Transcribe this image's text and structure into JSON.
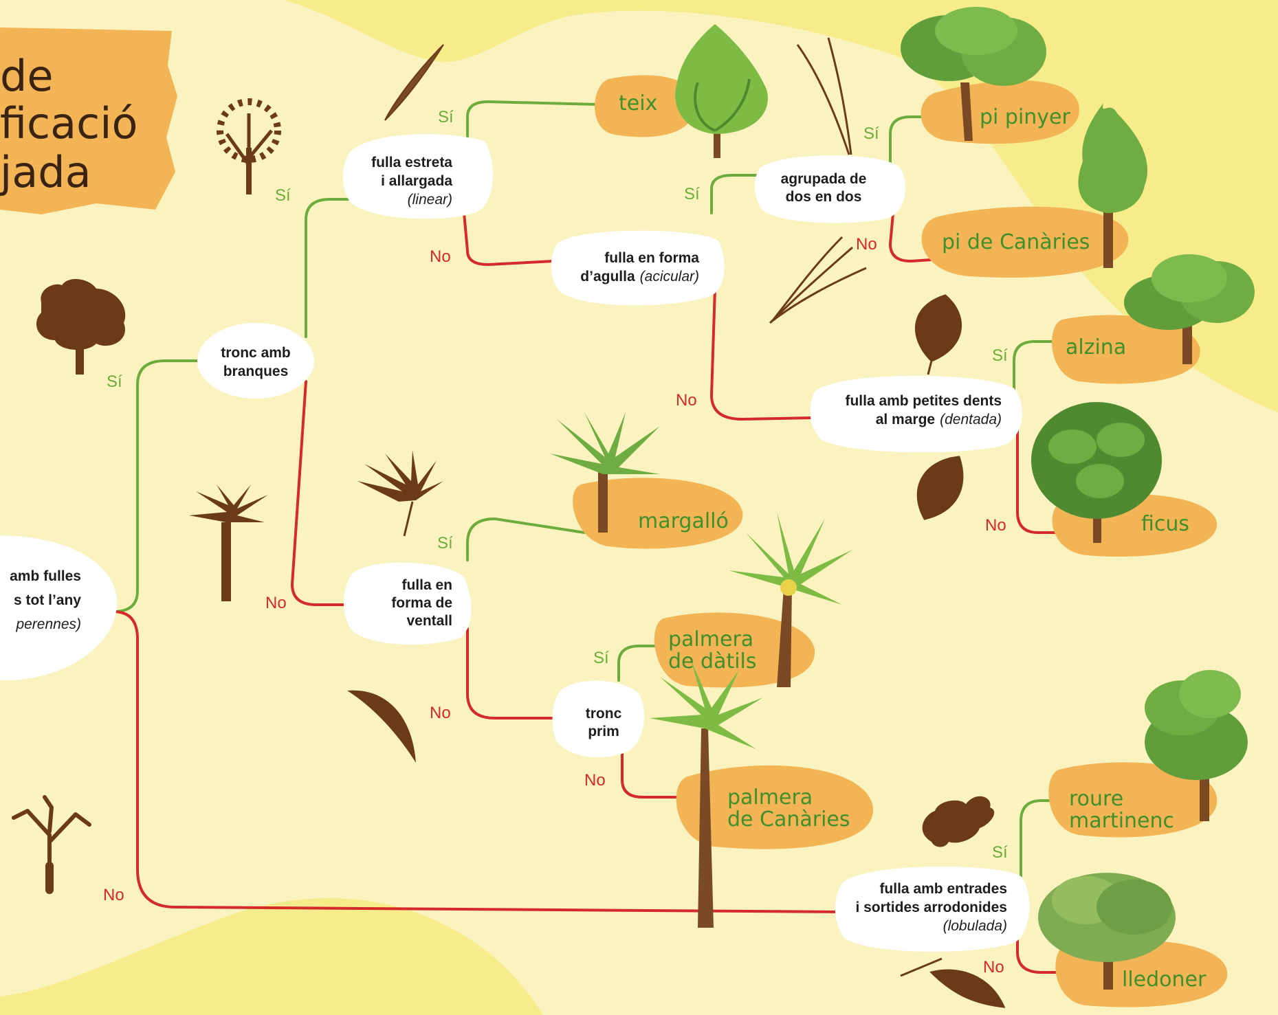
{
  "title": {
    "lines": [
      "de",
      "ficació",
      "jada"
    ]
  },
  "answers": {
    "yes": "Sí",
    "no": "No"
  },
  "questions": {
    "q_perennes": {
      "lines": [
        "amb fulles",
        "s tot l’any"
      ],
      "italic": "perennes)"
    },
    "q_branques": {
      "lines": [
        "tronc amb",
        "branques"
      ]
    },
    "q_linear": {
      "lines": [
        "fulla estreta",
        "i allargada"
      ],
      "italic": "(linear)"
    },
    "q_acicular": {
      "line1": "fulla en forma",
      "line2": "d’agulla",
      "italic": "(acicular)"
    },
    "q_dos": {
      "lines": [
        "agrupada de",
        "dos en dos"
      ]
    },
    "q_dentada": {
      "line1": "fulla amb petites dents",
      "line2": "al marge",
      "italic": "(dentada)"
    },
    "q_ventall": {
      "lines": [
        "fulla en",
        "forma de",
        "ventall"
      ]
    },
    "q_prim": {
      "lines": [
        "tronc",
        "prim"
      ]
    },
    "q_lobulada": {
      "lines": [
        "fulla amb entrades",
        "i sortides arrodonides"
      ],
      "italic": "(lobulada)"
    }
  },
  "trees": {
    "teix": "teix",
    "pi_pinyer": "pi pinyer",
    "pi_canaries": "pi de Canàries",
    "alzina": "alzina",
    "ficus": "ficus",
    "margallo": "margalló",
    "palmera_datils": [
      "palmera",
      "de dàtils"
    ],
    "palmera_canaries": [
      "palmera",
      "de Canàries"
    ],
    "roure": [
      "roure",
      "martinenc"
    ],
    "lledoner": "lledoner"
  },
  "colors": {
    "background_dark": "#f6ec8c",
    "background_light": "#faf3bf",
    "yes_line": "#6cab3c",
    "no_line": "#d42a2a",
    "label_blob": "#f3b456",
    "tree_name": "#3f8f2a",
    "silhouette": "#6b3a17",
    "title_banner": "#f3b456"
  }
}
